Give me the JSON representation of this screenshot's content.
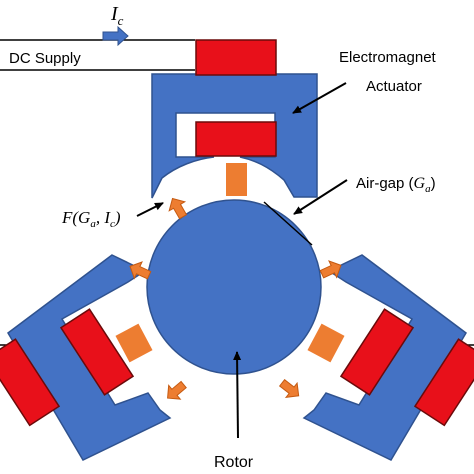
{
  "labels": {
    "dc_supply": "DC Supply",
    "current_symbol": "I",
    "current_subscript": "c",
    "electromagnet_line1": "Electromagnet",
    "electromagnet_line2": "Actuator",
    "airgap_text": "Air-gap (",
    "airgap_symbol": "G",
    "airgap_subscript": "a",
    "airgap_close": ")",
    "force_prefix": "F(",
    "force_g": "G",
    "force_g_sub": "a",
    "force_comma": ", ",
    "force_i": "I",
    "force_i_sub": "c",
    "force_close": ")",
    "rotor": "Rotor"
  },
  "colors": {
    "actuator_core": "#4472C4",
    "core_outline": "#2F528F",
    "coil": "#E8101A",
    "coil_outline": "#6B0A0A",
    "rotor": "#4472C4",
    "rotor_outline": "#2F528F",
    "pole_insert": "#ED7D31",
    "force_arrow": "#ED7D31",
    "force_arrow_outline": "#C55A11",
    "current_arrow": "#4472C4",
    "wire": "#000000"
  },
  "icons": {
    "current": "arrow-right-icon",
    "force": "block-arrow-icon",
    "pointer": "arrow-icon"
  }
}
